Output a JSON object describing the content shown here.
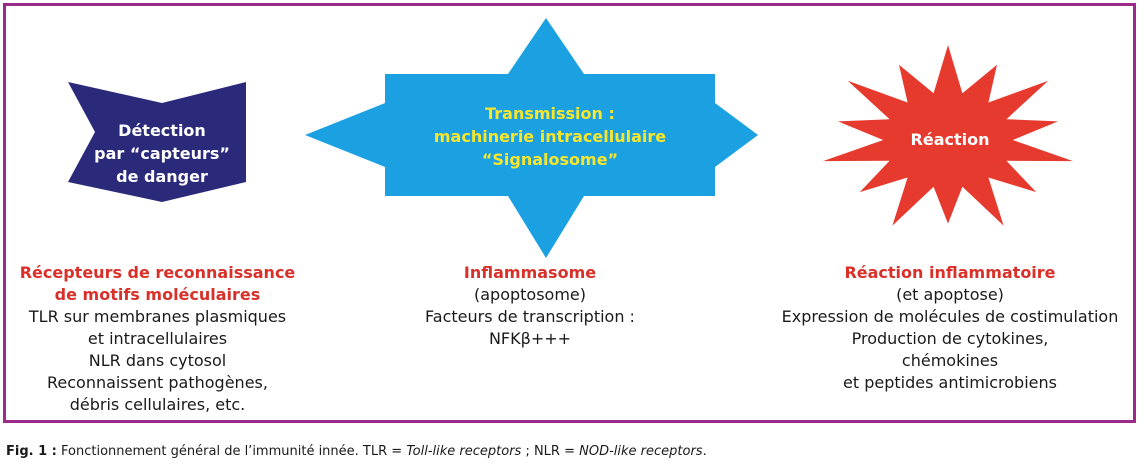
{
  "colors": {
    "frame": "#9b2a8a",
    "detection": "#2b2a7a",
    "transmission": "#1ba1e2",
    "reaction": "#e63a2e",
    "heading": "#d9302a",
    "transmission_text": "#f7e62b"
  },
  "shapes": {
    "detection": {
      "lines": [
        "Détection",
        "par “capteurs”",
        "de danger"
      ],
      "icon": "chevron-pentagon"
    },
    "transmission": {
      "lines": [
        "Transmission :",
        "machinerie intracellulaire",
        "“Signalosome”"
      ],
      "icon": "four-way-arrow"
    },
    "reaction": {
      "lines": [
        "Réaction"
      ],
      "icon": "starburst"
    }
  },
  "columns": {
    "left": {
      "heading": [
        "Récepteurs de reconnaissance",
        "de motifs moléculaires"
      ],
      "lines": [
        "TLR sur membranes plasmiques",
        "et intracellulaires",
        "NLR dans cytosol",
        "Reconnaissent pathogènes,",
        "débris cellulaires, etc."
      ]
    },
    "middle": {
      "heading": [
        "Inflammasome"
      ],
      "lines": [
        "(apoptosome)",
        "Facteurs de transcription :",
        "NFKβ+++"
      ]
    },
    "right": {
      "heading": [
        "Réaction inflammatoire"
      ],
      "lines": [
        "(et apoptose)",
        "Expression de molécules de costimulation",
        "Production de cytokines,",
        "chémokines",
        "et peptides antimicrobiens"
      ]
    }
  },
  "caption": {
    "label": "Fig. 1 :",
    "text1": " Fonctionnement général de l’immunité innée. TLR = ",
    "tlr": "Toll-like receptors",
    "text2": " ; NLR = ",
    "nlr": "NOD-like receptors",
    "text3": "."
  }
}
